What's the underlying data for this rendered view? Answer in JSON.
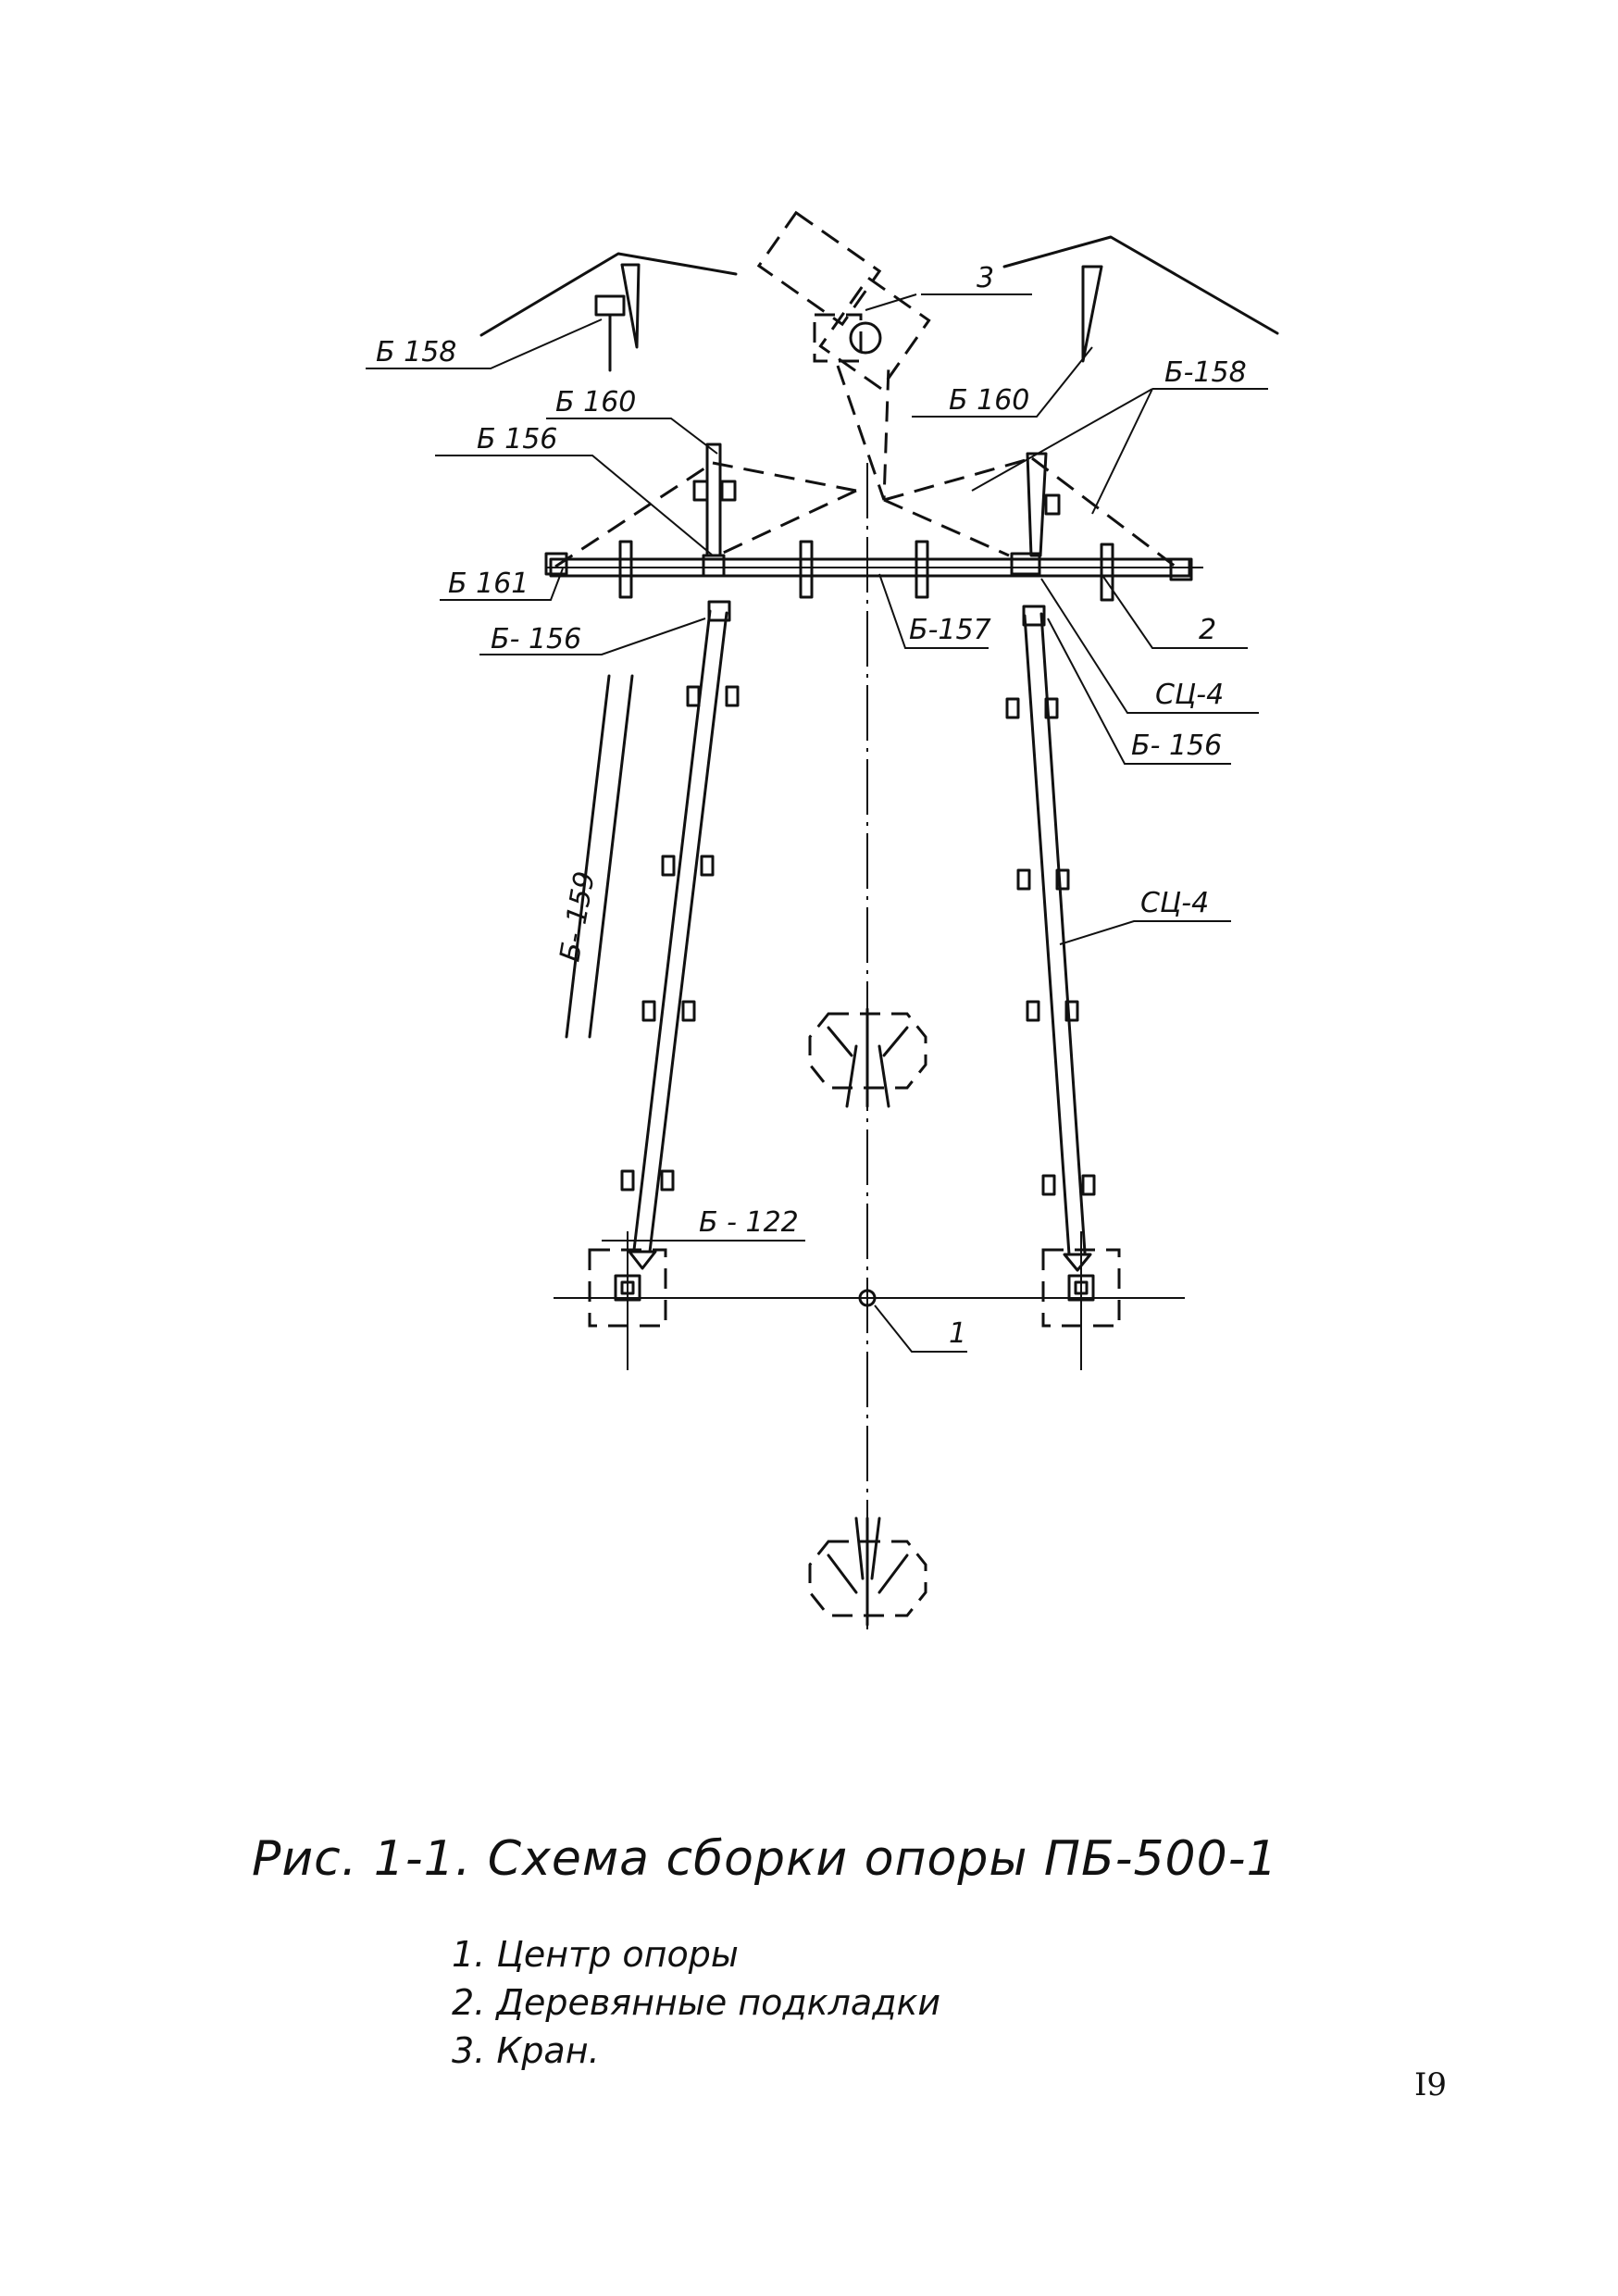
{
  "figure": {
    "caption": "Рис. 1-1. Схема сборки опоры ПБ-500-1",
    "legend": [
      "1. Центр опоры",
      "2. Деревянные подкладки",
      "3. Кран."
    ],
    "page_number": "I9"
  },
  "labels": {
    "b158_left": "Б 158",
    "b160_left": "Б 160",
    "b156_top": "Б 156",
    "b161": "Б 161",
    "b156_mid": "Б- 156",
    "b159": "Б- 159",
    "b122": "Б - 122",
    "crane_num": "3",
    "b160_right": "Б 160",
    "b158_right": "Б-158",
    "b157": "Б-157",
    "pads_num": "2",
    "sc4_top": "СЦ-4",
    "b156_right": "Б- 156",
    "sc4_leg": "СЦ-4",
    "center_num": "1"
  }
}
